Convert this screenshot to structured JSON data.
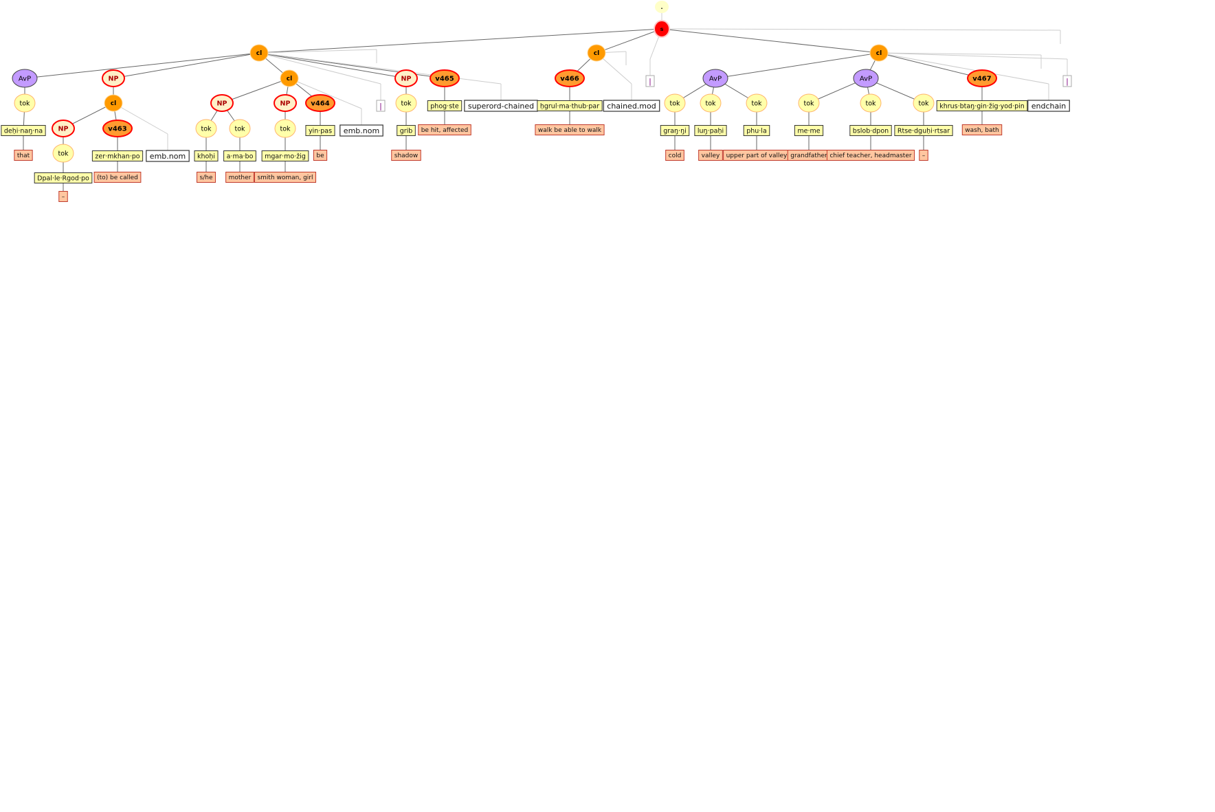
{
  "colors": {
    "root": "#ffffc8",
    "s": "#ff0000",
    "cl": "#ff9a00",
    "avp": "#c39bff",
    "np": "#fff0c8",
    "tok": "#ffffaa",
    "verb": "#ff9b30",
    "gloss": "#ffc6a0",
    "box": "#ffffff",
    "edge": "#666666",
    "edgeLight": "#cccccc",
    "np_border": "#ff0000"
  },
  "tree": {
    "nodes": [
      {
        "id": "root",
        "type": "root",
        "label": "."
      },
      {
        "id": "s",
        "type": "s",
        "label": "s"
      },
      {
        "id": "cl1",
        "type": "cl",
        "label": "cl"
      },
      {
        "id": "cl2",
        "type": "cl",
        "label": "cl"
      },
      {
        "id": "pipe1",
        "type": "pipe",
        "label": "|"
      },
      {
        "id": "cl3",
        "type": "cl",
        "label": "cl"
      },
      {
        "id": "stub_s",
        "type": "stub",
        "label": ""
      },
      {
        "id": "avp1",
        "type": "avp",
        "label": "AvP"
      },
      {
        "id": "tok_a1",
        "type": "tok",
        "label": "tok"
      },
      {
        "id": "w_dehi",
        "type": "word",
        "label": "deḥi·naŋ·na"
      },
      {
        "id": "g_that",
        "type": "gloss",
        "label": "that"
      },
      {
        "id": "np1",
        "type": "np",
        "label": "NP"
      },
      {
        "id": "cl1a",
        "type": "cl",
        "label": "cl"
      },
      {
        "id": "np1a",
        "type": "np",
        "label": "NP"
      },
      {
        "id": "tok_np1a",
        "type": "tok",
        "label": "tok"
      },
      {
        "id": "w_dpal",
        "type": "word",
        "label": "Dpal·le·Rgod·po"
      },
      {
        "id": "g_dash1",
        "type": "gloss",
        "label": "–"
      },
      {
        "id": "v463",
        "type": "verb",
        "label": "v463"
      },
      {
        "id": "w_zer",
        "type": "word",
        "label": "zer·mkhan·po"
      },
      {
        "id": "g_called",
        "type": "gloss",
        "label": "(to) be called"
      },
      {
        "id": "embnom1",
        "type": "box",
        "label": "emb.nom"
      },
      {
        "id": "cl1b",
        "type": "cl",
        "label": "cl"
      },
      {
        "id": "np2",
        "type": "np",
        "label": "NP"
      },
      {
        "id": "tok_kh",
        "type": "tok",
        "label": "tok"
      },
      {
        "id": "w_khohi",
        "type": "word",
        "label": "khoḥi"
      },
      {
        "id": "g_she",
        "type": "gloss",
        "label": "s/he"
      },
      {
        "id": "tok_am",
        "type": "tok",
        "label": "tok"
      },
      {
        "id": "w_amabo",
        "type": "word",
        "label": "a·ma·bo"
      },
      {
        "id": "g_mother",
        "type": "gloss",
        "label": "mother"
      },
      {
        "id": "np3",
        "type": "np",
        "label": "NP"
      },
      {
        "id": "tok_mg",
        "type": "tok",
        "label": "tok"
      },
      {
        "id": "w_mgar",
        "type": "word",
        "label": "mgar·mo·žig"
      },
      {
        "id": "g_smith",
        "type": "gloss",
        "label": "smith woman, girl"
      },
      {
        "id": "v464",
        "type": "verb",
        "label": "v464"
      },
      {
        "id": "w_yin",
        "type": "word",
        "label": "yin·pas"
      },
      {
        "id": "g_be",
        "type": "gloss",
        "label": "be"
      },
      {
        "id": "embnom2",
        "type": "box",
        "label": "emb.nom"
      },
      {
        "id": "pipe2",
        "type": "pipe",
        "label": "|"
      },
      {
        "id": "np4",
        "type": "np",
        "label": "NP"
      },
      {
        "id": "tok_grib",
        "type": "tok",
        "label": "tok"
      },
      {
        "id": "w_grib",
        "type": "word",
        "label": "grib"
      },
      {
        "id": "g_shadow",
        "type": "gloss",
        "label": "shadow"
      },
      {
        "id": "v465",
        "type": "verb",
        "label": "v465"
      },
      {
        "id": "w_phog",
        "type": "word",
        "label": "phog·ste"
      },
      {
        "id": "g_hit",
        "type": "gloss",
        "label": "be hit, affected"
      },
      {
        "id": "superord",
        "type": "box",
        "label": "superord-chained"
      },
      {
        "id": "v466",
        "type": "verb",
        "label": "v466"
      },
      {
        "id": "w_hgrul",
        "type": "word",
        "label": "ḥgrul·ma·thub·par"
      },
      {
        "id": "g_walk",
        "type": "gloss",
        "label": "walk be able to walk"
      },
      {
        "id": "chainedmod",
        "type": "box",
        "label": "chained.mod"
      },
      {
        "id": "avp2",
        "type": "avp",
        "label": "AvP"
      },
      {
        "id": "tok_gr",
        "type": "tok",
        "label": "tok"
      },
      {
        "id": "w_grang",
        "type": "word",
        "label": "graŋ·ŋi"
      },
      {
        "id": "g_cold",
        "type": "gloss",
        "label": "cold"
      },
      {
        "id": "tok_lu",
        "type": "tok",
        "label": "tok"
      },
      {
        "id": "w_lung",
        "type": "word",
        "label": "luŋ·paḥi"
      },
      {
        "id": "g_valley",
        "type": "gloss",
        "label": "valley"
      },
      {
        "id": "tok_ph",
        "type": "tok",
        "label": "tok"
      },
      {
        "id": "w_phula",
        "type": "word",
        "label": "phu·la"
      },
      {
        "id": "g_upper",
        "type": "gloss",
        "label": "upper part of valley"
      },
      {
        "id": "avp3",
        "type": "avp",
        "label": "AvP"
      },
      {
        "id": "tok_me",
        "type": "tok",
        "label": "tok"
      },
      {
        "id": "w_meme",
        "type": "word",
        "label": "me·me"
      },
      {
        "id": "g_grandfather",
        "type": "gloss",
        "label": "grandfather"
      },
      {
        "id": "tok_bs",
        "type": "tok",
        "label": "tok"
      },
      {
        "id": "w_bslob",
        "type": "word",
        "label": "bslob·dpon"
      },
      {
        "id": "g_teacher",
        "type": "gloss",
        "label": "chief teacher, headmaster"
      },
      {
        "id": "tok_rt",
        "type": "tok",
        "label": "tok"
      },
      {
        "id": "w_rtse",
        "type": "word",
        "label": "Rtse·dguḥi·rtsar"
      },
      {
        "id": "g_dash2",
        "type": "gloss",
        "label": "–"
      },
      {
        "id": "v467",
        "type": "verb",
        "label": "v467"
      },
      {
        "id": "w_khrus",
        "type": "word",
        "label": "khrus·btaŋ·gin·žig·yod·pin"
      },
      {
        "id": "g_wash",
        "type": "gloss",
        "label": "wash, bath"
      },
      {
        "id": "endchain",
        "type": "box",
        "label": "endchain"
      },
      {
        "id": "pipe3",
        "type": "pipe",
        "label": "|"
      },
      {
        "id": "stub_cl1a",
        "type": "stub",
        "label": ""
      },
      {
        "id": "stub_cl1b",
        "type": "stub",
        "label": ""
      },
      {
        "id": "stub_cl1c",
        "type": "stub",
        "label": ""
      },
      {
        "id": "stub_cl2",
        "type": "stub",
        "label": ""
      },
      {
        "id": "stub_cl3",
        "type": "stub",
        "label": ""
      }
    ],
    "edges": [
      [
        "root",
        "s",
        "light"
      ],
      [
        "s",
        "cl1",
        "dark"
      ],
      [
        "s",
        "cl2",
        "dark"
      ],
      [
        "s",
        "pipe1",
        "light"
      ],
      [
        "s",
        "cl3",
        "dark"
      ],
      [
        "s",
        "stub_s",
        "light"
      ],
      [
        "cl1",
        "avp1",
        "dark"
      ],
      [
        "cl1",
        "np1",
        "dark"
      ],
      [
        "cl1",
        "cl1b",
        "dark"
      ],
      [
        "cl1",
        "np4",
        "dark"
      ],
      [
        "cl1",
        "v465",
        "dark"
      ],
      [
        "cl1",
        "pipe2",
        "light"
      ],
      [
        "cl1",
        "superord",
        "light"
      ],
      [
        "cl1",
        "stub_cl1a",
        "light"
      ],
      [
        "avp1",
        "tok_a1",
        "dark"
      ],
      [
        "tok_a1",
        "w_dehi",
        "dark"
      ],
      [
        "w_dehi",
        "g_that",
        "dark"
      ],
      [
        "np1",
        "cl1a",
        "dark"
      ],
      [
        "cl1a",
        "np1a",
        "dark"
      ],
      [
        "cl1a",
        "v463",
        "dark"
      ],
      [
        "cl1a",
        "embnom1",
        "light"
      ],
      [
        "np1a",
        "tok_np1a",
        "dark"
      ],
      [
        "tok_np1a",
        "w_dpal",
        "dark"
      ],
      [
        "w_dpal",
        "g_dash1",
        "dark"
      ],
      [
        "v463",
        "w_zer",
        "dark"
      ],
      [
        "w_zer",
        "g_called",
        "dark"
      ],
      [
        "cl1b",
        "np2",
        "dark"
      ],
      [
        "cl1b",
        "np3",
        "dark"
      ],
      [
        "cl1b",
        "v464",
        "dark"
      ],
      [
        "cl1b",
        "embnom2",
        "light"
      ],
      [
        "np2",
        "tok_kh",
        "dark"
      ],
      [
        "np2",
        "tok_am",
        "dark"
      ],
      [
        "tok_kh",
        "w_khohi",
        "dark"
      ],
      [
        "w_khohi",
        "g_she",
        "dark"
      ],
      [
        "tok_am",
        "w_amabo",
        "dark"
      ],
      [
        "w_amabo",
        "g_mother",
        "dark"
      ],
      [
        "np3",
        "tok_mg",
        "dark"
      ],
      [
        "tok_mg",
        "w_mgar",
        "dark"
      ],
      [
        "w_mgar",
        "g_smith",
        "dark"
      ],
      [
        "v464",
        "w_yin",
        "dark"
      ],
      [
        "w_yin",
        "g_be",
        "dark"
      ],
      [
        "np4",
        "tok_grib",
        "dark"
      ],
      [
        "tok_grib",
        "w_grib",
        "dark"
      ],
      [
        "w_grib",
        "g_shadow",
        "dark"
      ],
      [
        "v465",
        "w_phog",
        "dark"
      ],
      [
        "w_phog",
        "g_hit",
        "dark"
      ],
      [
        "cl2",
        "v466",
        "dark"
      ],
      [
        "cl2",
        "chainedmod",
        "light"
      ],
      [
        "cl2",
        "stub_cl2",
        "light"
      ],
      [
        "v466",
        "w_hgrul",
        "dark"
      ],
      [
        "w_hgrul",
        "g_walk",
        "dark"
      ],
      [
        "cl3",
        "avp2",
        "dark"
      ],
      [
        "cl3",
        "avp3",
        "dark"
      ],
      [
        "cl3",
        "v467",
        "dark"
      ],
      [
        "cl3",
        "endchain",
        "light"
      ],
      [
        "cl3",
        "stub_cl3",
        "light"
      ],
      [
        "cl3",
        "pipe3",
        "light"
      ],
      [
        "avp2",
        "tok_gr",
        "dark"
      ],
      [
        "avp2",
        "tok_lu",
        "dark"
      ],
      [
        "avp2",
        "tok_ph",
        "dark"
      ],
      [
        "tok_gr",
        "w_grang",
        "dark"
      ],
      [
        "w_grang",
        "g_cold",
        "dark"
      ],
      [
        "tok_lu",
        "w_lung",
        "dark"
      ],
      [
        "w_lung",
        "g_valley",
        "dark"
      ],
      [
        "tok_ph",
        "w_phula",
        "dark"
      ],
      [
        "w_phula",
        "g_upper",
        "dark"
      ],
      [
        "avp3",
        "tok_me",
        "dark"
      ],
      [
        "avp3",
        "tok_bs",
        "dark"
      ],
      [
        "avp3",
        "tok_rt",
        "dark"
      ],
      [
        "tok_me",
        "w_meme",
        "dark"
      ],
      [
        "w_meme",
        "g_grandfather",
        "dark"
      ],
      [
        "tok_bs",
        "w_bslob",
        "dark"
      ],
      [
        "w_bslob",
        "g_teacher",
        "dark"
      ],
      [
        "tok_rt",
        "w_rtse",
        "dark"
      ],
      [
        "w_rtse",
        "g_dash2",
        "dark"
      ],
      [
        "v467",
        "w_khrus",
        "dark"
      ],
      [
        "w_khrus",
        "g_wash",
        "dark"
      ]
    ]
  }
}
